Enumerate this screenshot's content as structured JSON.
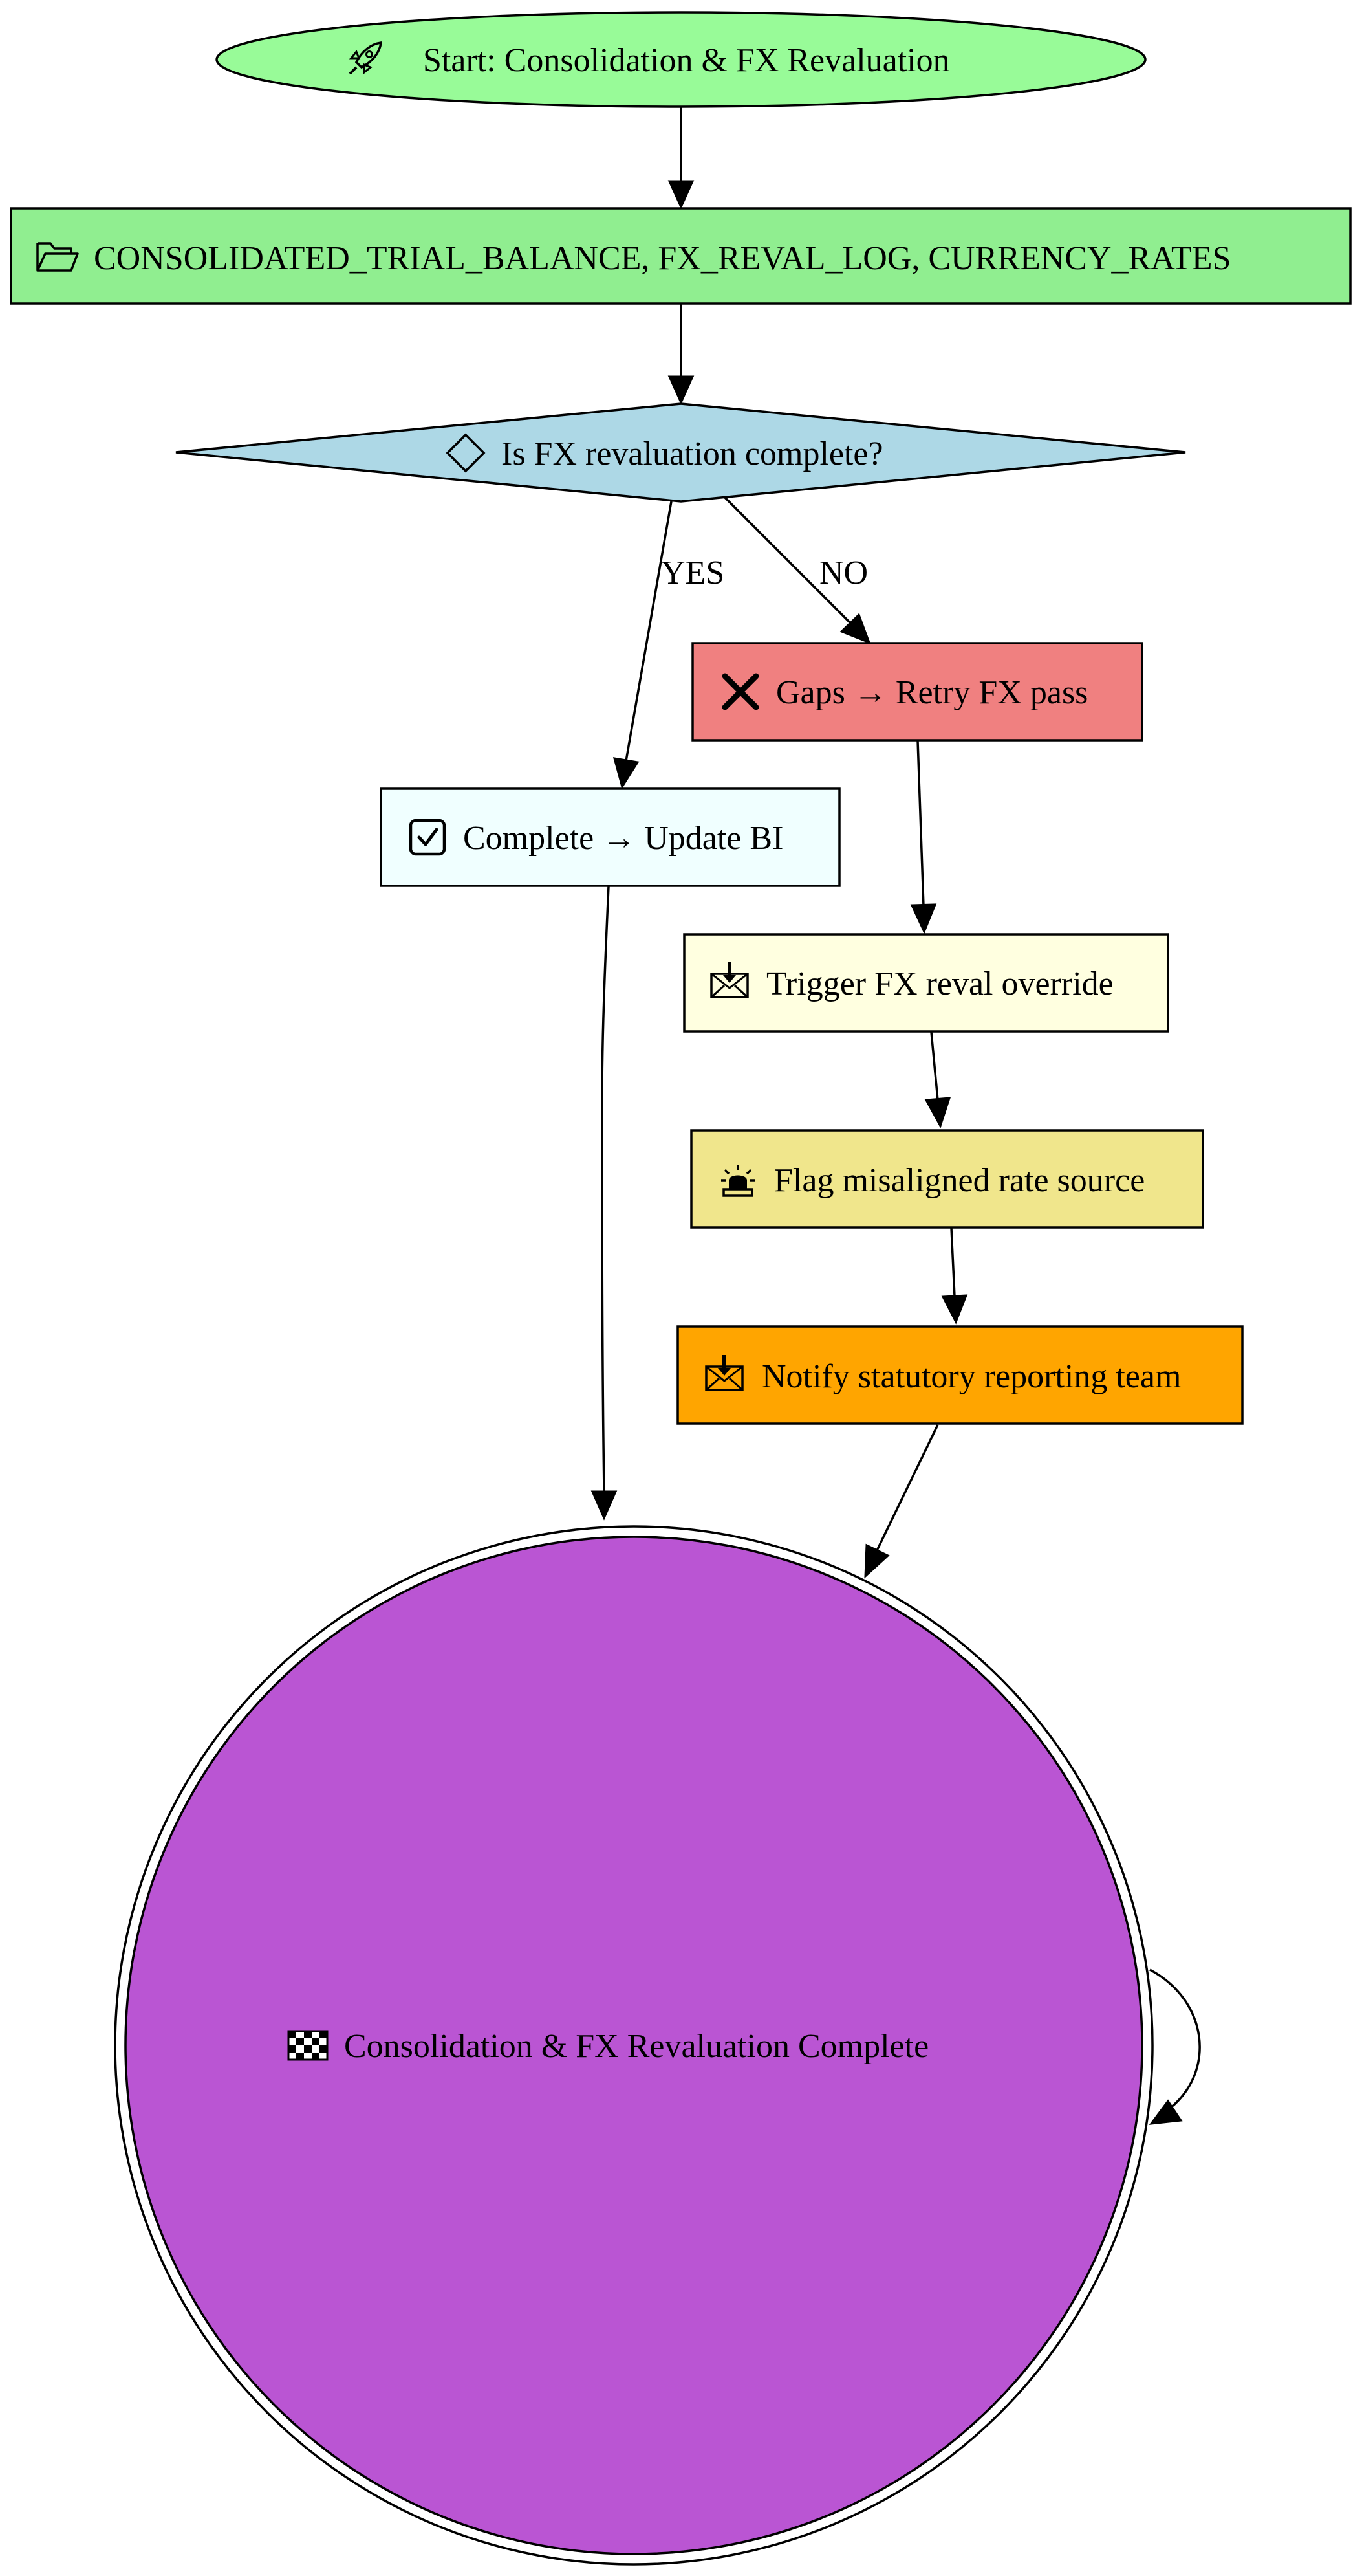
{
  "nodes": {
    "start": {
      "label": "Start: Consolidation & FX Revaluation",
      "icon": "rocket-icon",
      "fill": "#98FB98"
    },
    "sources": {
      "label": "CONSOLIDATED_TRIAL_BALANCE, FX_REVAL_LOG, CURRENCY_RATES",
      "icon": "folder-icon",
      "fill": "#90EE90"
    },
    "decision": {
      "label": "Is FX revaluation complete?",
      "icon": "diamond-icon",
      "fill": "#ADD8E6"
    },
    "gaps": {
      "label": "Gaps → Retry FX pass",
      "icon": "cross-icon",
      "fill": "#F08080"
    },
    "complete": {
      "label": "Complete → Update BI",
      "icon": "checkbox-icon",
      "fill": "#F0FFFF"
    },
    "override": {
      "label": "Trigger FX reval override",
      "icon": "envelope-download-icon",
      "fill": "#FFFFE0"
    },
    "flag": {
      "label": "Flag misaligned rate source",
      "icon": "siren-icon",
      "fill": "#F0E68C"
    },
    "notify": {
      "label": "Notify statutory reporting team",
      "icon": "envelope-download-icon",
      "fill": "#FFA500"
    },
    "end": {
      "label": "Consolidation & FX Revaluation Complete",
      "icon": "checkered-flag-icon",
      "fill": "#BA55D3"
    }
  },
  "edges": {
    "yes_label": "YES",
    "no_label": "NO"
  }
}
